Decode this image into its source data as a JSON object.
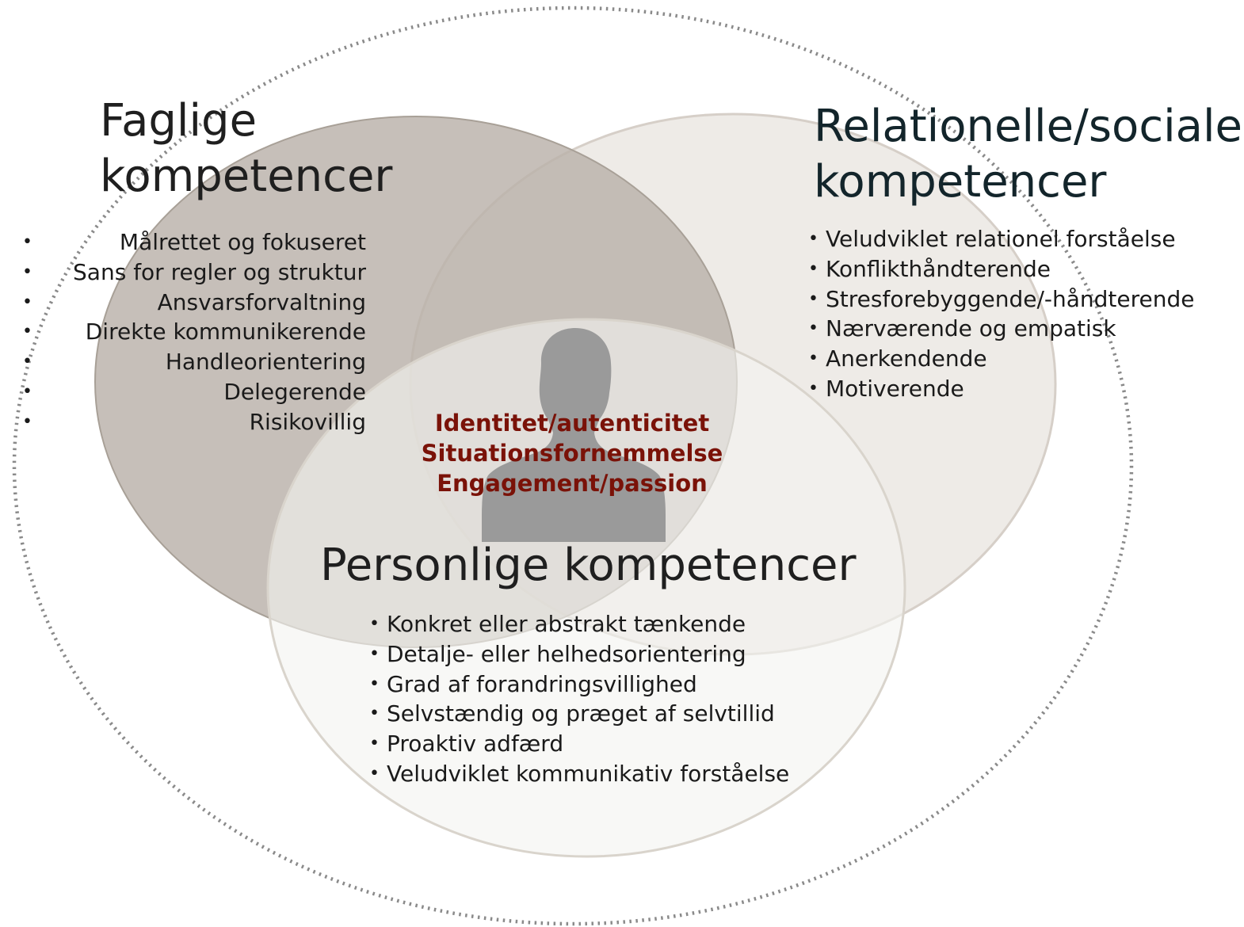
{
  "faglige": {
    "title_line1": "Faglige",
    "title_line2": "kompetencer",
    "items": [
      "Målrettet og fokuseret",
      "Sans for regler og struktur",
      "Ansvarsforvaltning",
      "Direkte kommunikerende",
      "Handleorientering",
      "Delegerende",
      "Risikovillig"
    ]
  },
  "relationelle": {
    "title_line1": "Relationelle/sociale",
    "title_line2": "kompetencer",
    "items": [
      "Veludviklet relationel forståelse",
      "Konflikthåndterende",
      "Stresforebyggende/-håndterende",
      "Nærværende og empatisk",
      "Anerkendende",
      "Motiverende"
    ]
  },
  "personlige": {
    "title": "Personlige kompetencer",
    "items": [
      "Konkret eller abstrakt tænkende",
      "Detalje- eller helhedsorientering",
      "Grad af forandringsvillighed",
      "Selvstændig og præget af selvtillid",
      "Proaktiv adfærd",
      "Veludviklet kommunikativ forståelse"
    ]
  },
  "core": {
    "items": [
      "Identitet/autenticitet",
      "Situationsfornemmelse",
      "Engagement/passion"
    ]
  },
  "icons": {
    "center": "person-silhouette-icon"
  },
  "colors": {
    "faglige_circle": "#b9b1aa",
    "relationelle_circle": "#ebe7e3",
    "personlige_circle": "#f4f3f1",
    "core_text": "#7a1208",
    "silhouette": "#9a9a9a",
    "outer_dotted": "#8a8a8a"
  }
}
